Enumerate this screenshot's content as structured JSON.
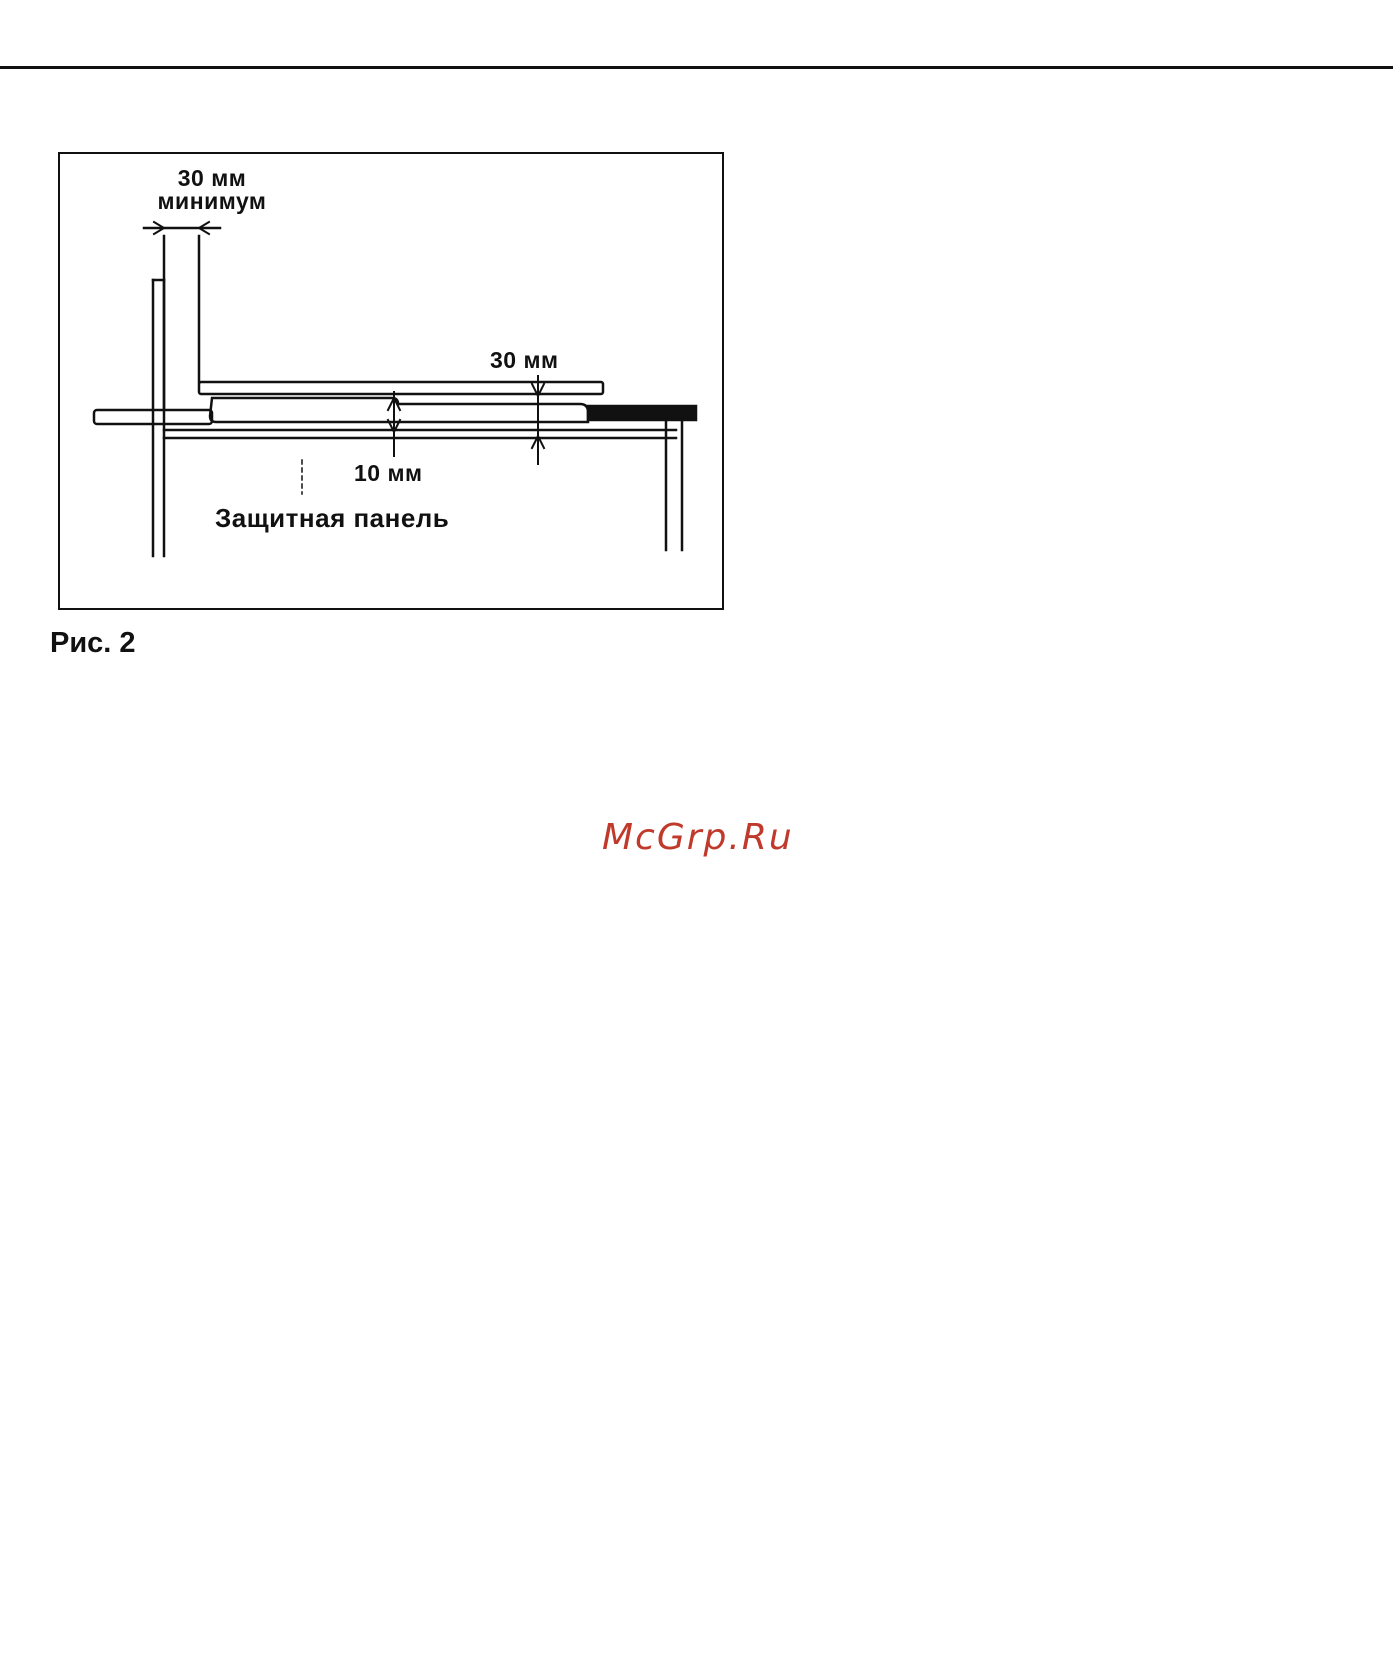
{
  "figure": {
    "labels": {
      "min_gap_value": "30 мм",
      "min_gap_word": "минимум",
      "right_gap": "30 мм",
      "bottom_gap": "10 мм",
      "panel": "Защитная панель"
    },
    "caption": "Рис. 2"
  },
  "watermark": {
    "text": "McGrp.Ru"
  },
  "colors": {
    "ink": "#111111",
    "watermark": "#c0392b"
  }
}
